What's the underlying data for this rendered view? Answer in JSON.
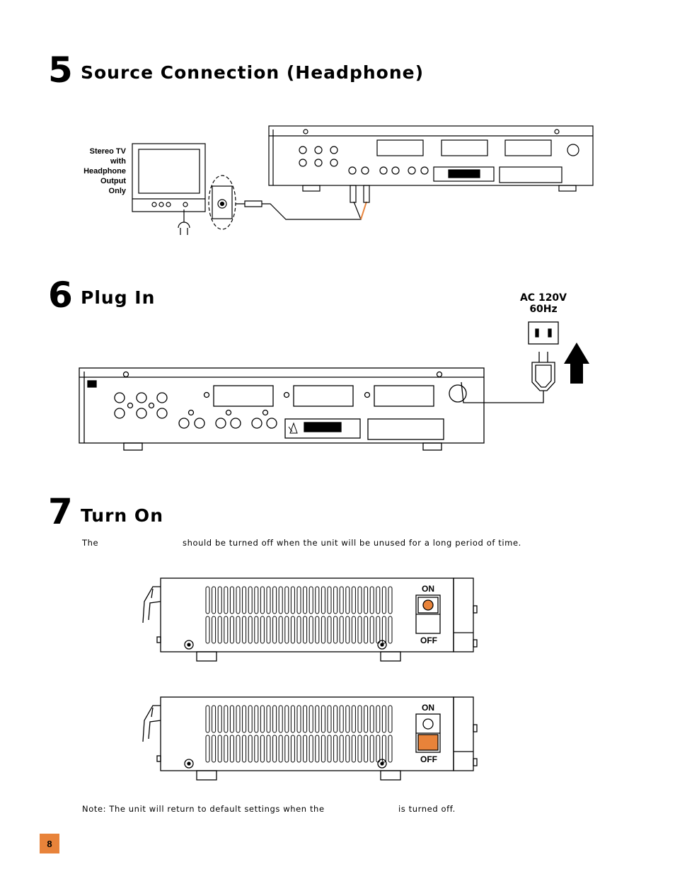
{
  "step5": {
    "number": "5",
    "title": "Source Connection (Headphone)",
    "tv_label_lines": [
      "Stereo TV",
      "with",
      "Headphone",
      "Output",
      "Only"
    ]
  },
  "step6": {
    "number": "6",
    "title": "Plug In",
    "outlet_label_line1": "AC 120V",
    "outlet_label_line2": "60Hz"
  },
  "step7": {
    "number": "7",
    "title": "Turn On",
    "instruction_prefix": "The",
    "instruction_suffix": "should be turned off when the unit will be unused for a long period of time.",
    "switch_on_label": "ON",
    "switch_off_label": "OFF"
  },
  "note": {
    "prefix": "Note: The unit will return to default settings when the",
    "suffix": "is turned off."
  },
  "footer": {
    "page_number": "8"
  },
  "colors": {
    "accent": "#e8833a"
  },
  "icons": [
    "tv-icon",
    "headphone-jack-icon",
    "amplifier-rear-panel-icon",
    "power-outlet-icon",
    "power-plug-icon",
    "up-arrow-icon",
    "warning-icon",
    "power-switch-icon"
  ]
}
